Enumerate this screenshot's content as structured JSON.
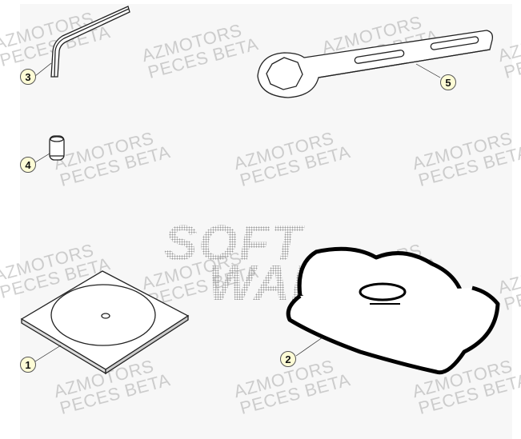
{
  "watermark": {
    "line1": "AZMOTORS",
    "line2": "PECES BETA",
    "center_line1": "SOFT",
    "center_line2": "WARE"
  },
  "callouts": [
    {
      "id": "1",
      "part": "disc-mat"
    },
    {
      "id": "2",
      "part": "tool-bag"
    },
    {
      "id": "3",
      "part": "hex-key"
    },
    {
      "id": "4",
      "part": "pin"
    },
    {
      "id": "5",
      "part": "wrench"
    }
  ],
  "colors": {
    "callout_fill": "#fefcd6",
    "background": "#f7f7f7"
  }
}
